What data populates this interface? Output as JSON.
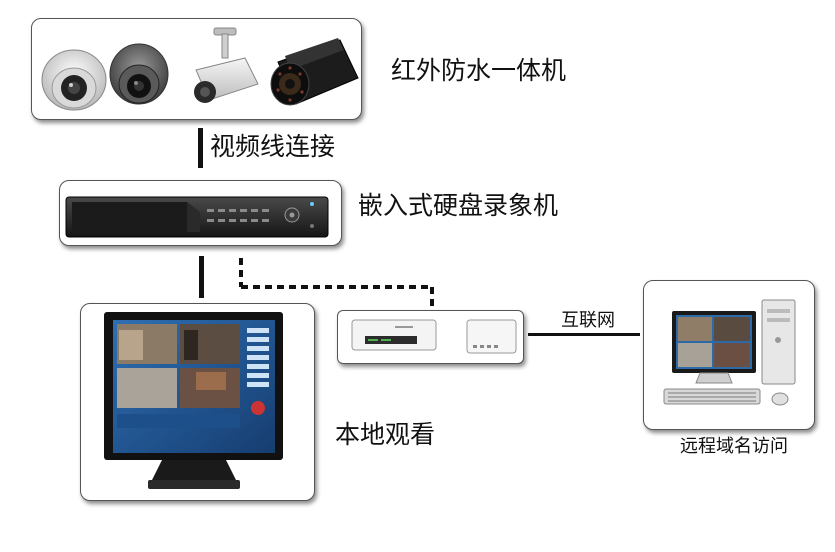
{
  "labels": {
    "cameras": "红外防水一体机",
    "video_link": "视频线连接",
    "dvr": "嵌入式硬盘录象机",
    "local_view": "本地观看",
    "internet": "互联网",
    "remote_access": "远程域名访问"
  }
}
